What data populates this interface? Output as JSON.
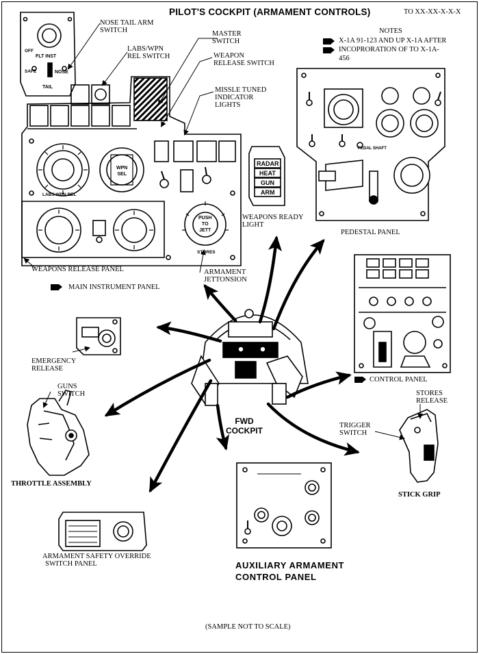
{
  "header": {
    "title": "PILOT'S COCKPIT (ARMAMENT CONTROLS)",
    "to_number": "TO XX-XX-X-X-X"
  },
  "notes": {
    "heading": "NOTES",
    "line1": "X-1A  91-123 AND UP X-1A AFTER",
    "line2": "INCOPRORATION OF TO X-1A-",
    "line3": "456"
  },
  "callouts": {
    "nose_tail_arm_switch": [
      "NOSE TAIL ARM",
      "SWITCH"
    ],
    "labs_wpn_rel_switch": [
      "LABS/WPN",
      "REL SWITCH"
    ],
    "master_switch": [
      "MASTER",
      "SWITCH"
    ],
    "weapon_release_switch": [
      "WEAPON",
      "RELEASE SWITCH"
    ],
    "missle_tuned_indicator_lights": [
      "MISSLE TUNED",
      "INDICATOR",
      "LIGHTS"
    ],
    "weapons_ready_light": [
      "WEAPONS READY",
      "LIGHT"
    ],
    "weapons_release_panel": "WEAPONS RELEASE PANEL",
    "armament_jettison": [
      "ARMAMENT",
      "JETTONSION"
    ],
    "main_instrument_panel": "MAIN INSTRUMENT PANEL",
    "pedestal_panel": "PEDESTAL PANEL",
    "emergency_release": [
      "EMERGENCY",
      "RELEASE"
    ],
    "guns_switch": [
      "GUNS",
      "SWITCH"
    ],
    "throttle_assembly": "THROTTLE ASSEMBLY",
    "control_panel": "CONTROL PANEL",
    "stores_release": [
      "STORES",
      "RELEASE"
    ],
    "trigger_switch": [
      "TRIGGER",
      "SWITCH"
    ],
    "stick_grip": "STICK GRIP",
    "fwd_cockpit": [
      "FWD",
      "COCKPIT"
    ],
    "armament_safety_override": [
      "ARMAMENT SAFETY OVERRIDE",
      "SWITCH PANEL"
    ],
    "auxiliary_armament_control_panel": [
      "AUXILIARY ARMAMENT",
      "CONTROL PANEL"
    ]
  },
  "panel_text": {
    "ready_lights": [
      "RADAR",
      "HEAT",
      "GUN",
      "ARM"
    ],
    "wpn_sel": [
      "WPN",
      "SEL"
    ],
    "push_to_jett": [
      "PUSH",
      "TO",
      "JETT"
    ],
    "labs_wpn_rel": "LABS WPN REL",
    "nose": "NOSE",
    "tail": "TAIL",
    "safe": "SAFE",
    "off": "OFF",
    "flt_inst": "FLT INST",
    "stores": "STORES",
    "pedal_shaft": "PEDAL SHAFT"
  },
  "footer": "(SAMPLE NOT TO SCALE)"
}
